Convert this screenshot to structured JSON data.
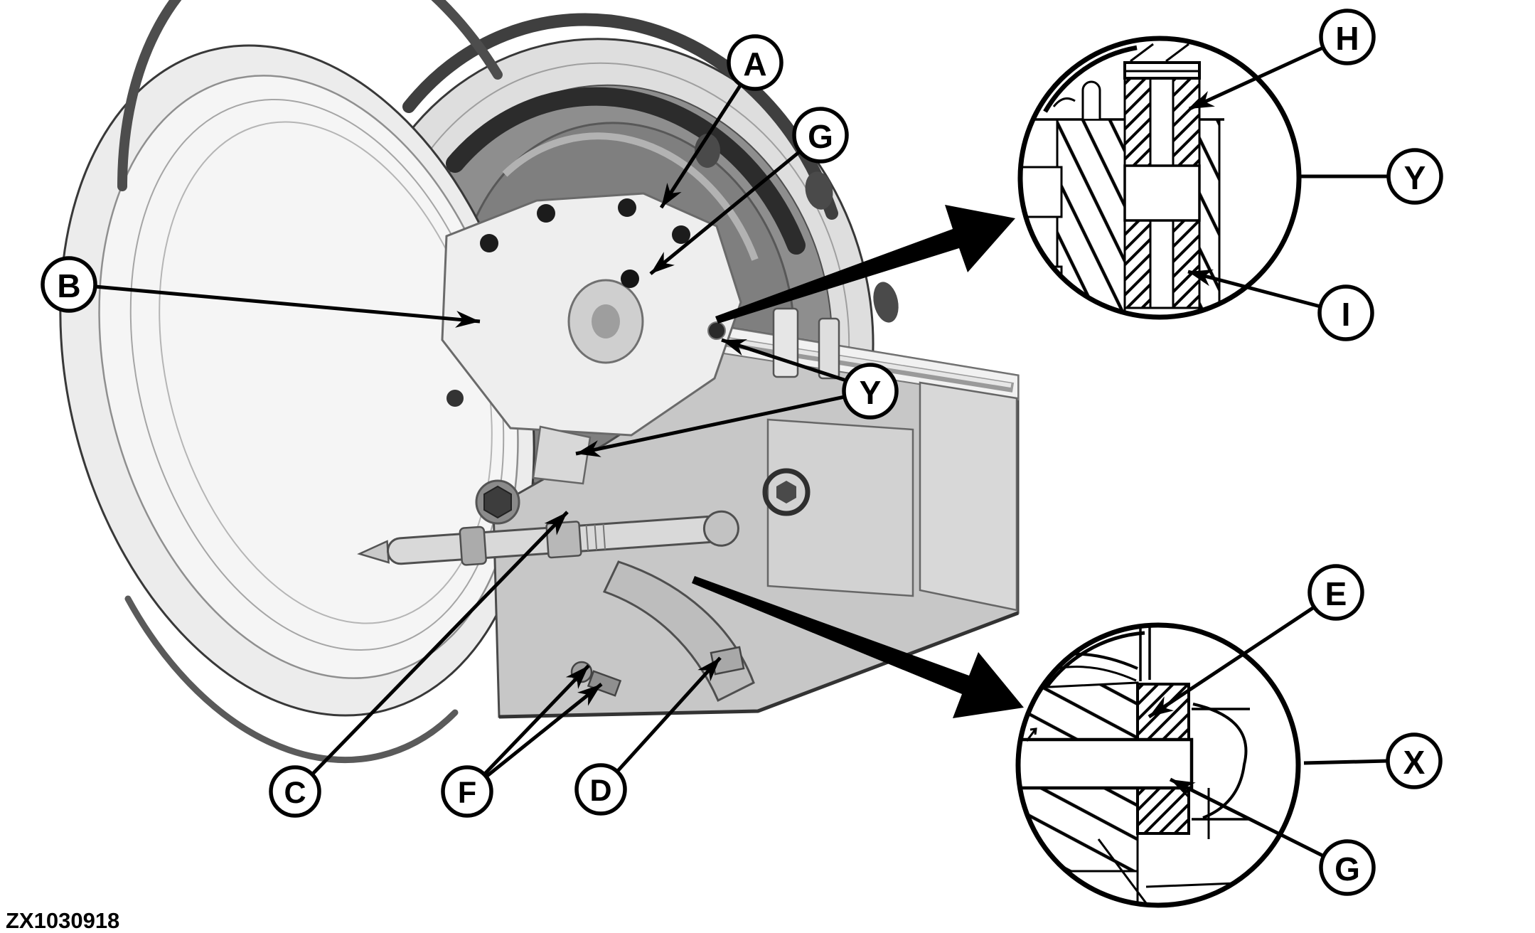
{
  "figure_code": "ZX1030918",
  "callouts": {
    "a": "A",
    "b": "B",
    "c": "C",
    "d": "D",
    "e": "E",
    "f": "F",
    "g_top": "G",
    "g_bottom": "G",
    "h": "H",
    "i": "I",
    "x_detail": "X",
    "y_mid": "Y",
    "y_detail": "Y"
  },
  "colors": {
    "ink": "#000000",
    "paper": "#ffffff"
  }
}
